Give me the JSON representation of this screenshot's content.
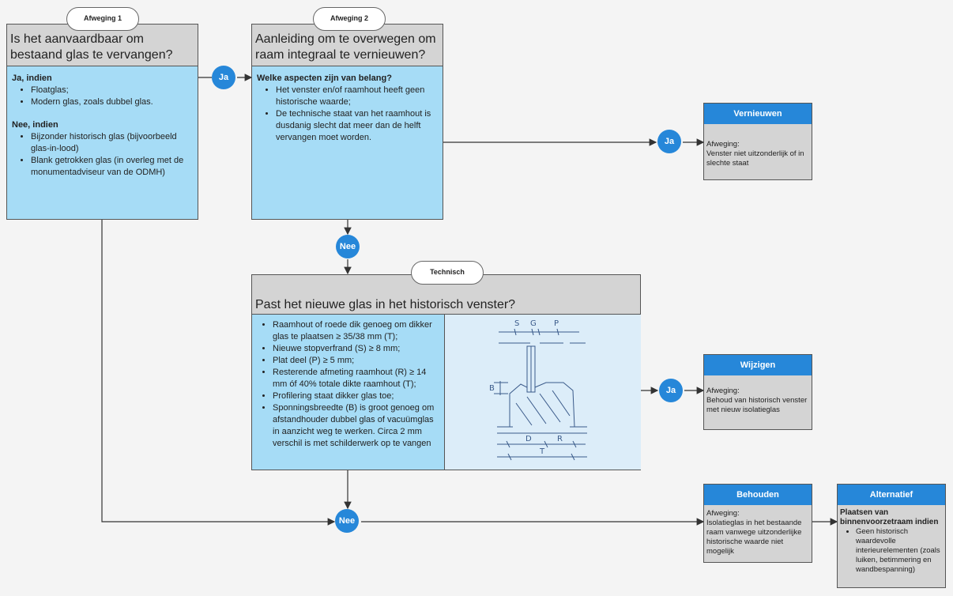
{
  "box1": {
    "tag": "Afweging 1",
    "title": "Is het aanvaardbaar om bestaand glas te vervangen?",
    "ja_heading": "Ja, indien",
    "ja_items": [
      "Floatglas;",
      "Modern glas, zoals dubbel glas."
    ],
    "nee_heading": "Nee, indien",
    "nee_items": [
      "Bijzonder historisch glas (bijvoorbeeld glas-in-lood)",
      "Blank getrokken glas (in overleg met de monumentadviseur van de ODMH)"
    ]
  },
  "box2": {
    "tag": "Afweging 2",
    "title": "Aanleiding om te overwegen om raam integraal te vernieuwen?",
    "heading": "Welke aspecten zijn van belang?",
    "items": [
      "Het venster en/of raamhout heeft geen historische waarde;",
      "De technische staat van het raamhout is dusdanig slecht dat meer dan de helft vervangen moet worden."
    ]
  },
  "box3": {
    "tag": "Technisch",
    "title": "Past het nieuwe glas in het historisch venster?",
    "items": [
      "Raamhout of roede dik genoeg om dikker glas te plaatsen ≥ 35/38 mm (T);",
      "Nieuwe stopverfrand (S) ≥ 8 mm;",
      "Plat deel (P) ≥ 5 mm;",
      "Resterende afmeting raamhout (R) ≥ 14 mm óf 40% totale dikte raamhout (T);",
      "Profilering staat dikker glas toe;",
      "Sponningsbreedte (B) is groot genoeg om afstandhouder dubbel glas of vacuümglas in aanzicht weg te werken. Circa 2 mm verschil is met schilderwerk op te vangen"
    ],
    "sketch_labels": {
      "s": "S",
      "g": "G",
      "p": "P",
      "b": "B",
      "d": "D",
      "r": "R",
      "t": "T"
    }
  },
  "connectors": {
    "ja1": "Ja",
    "ja2": "Ja",
    "ja3": "Ja",
    "nee1": "Nee",
    "nee2": "Nee"
  },
  "vernieuwen": {
    "title": "Vernieuwen",
    "text": "Afweging:\nVenster niet uitzonderlijk of in slechte staat"
  },
  "wijzigen": {
    "title": "Wijzigen",
    "text": "Afweging:\nBehoud van historisch venster met nieuw isolatieglas"
  },
  "behouden": {
    "title": "Behouden",
    "text": "Afweging:\nIsolatieglas in het bestaande raam vanwege uitzonderlijke historische waarde niet mogelijk"
  },
  "alternatief": {
    "title": "Alternatief",
    "heading": "Plaatsen van binnenvoorzetraam indien",
    "items": [
      "Geen historisch waardevolle interieurelementen (zoals luiken, betimmering en wandbespanning)"
    ]
  },
  "colors": {
    "blue": "#2687d9",
    "light_blue": "#a6dcf6",
    "grey": "#d4d4d4"
  }
}
